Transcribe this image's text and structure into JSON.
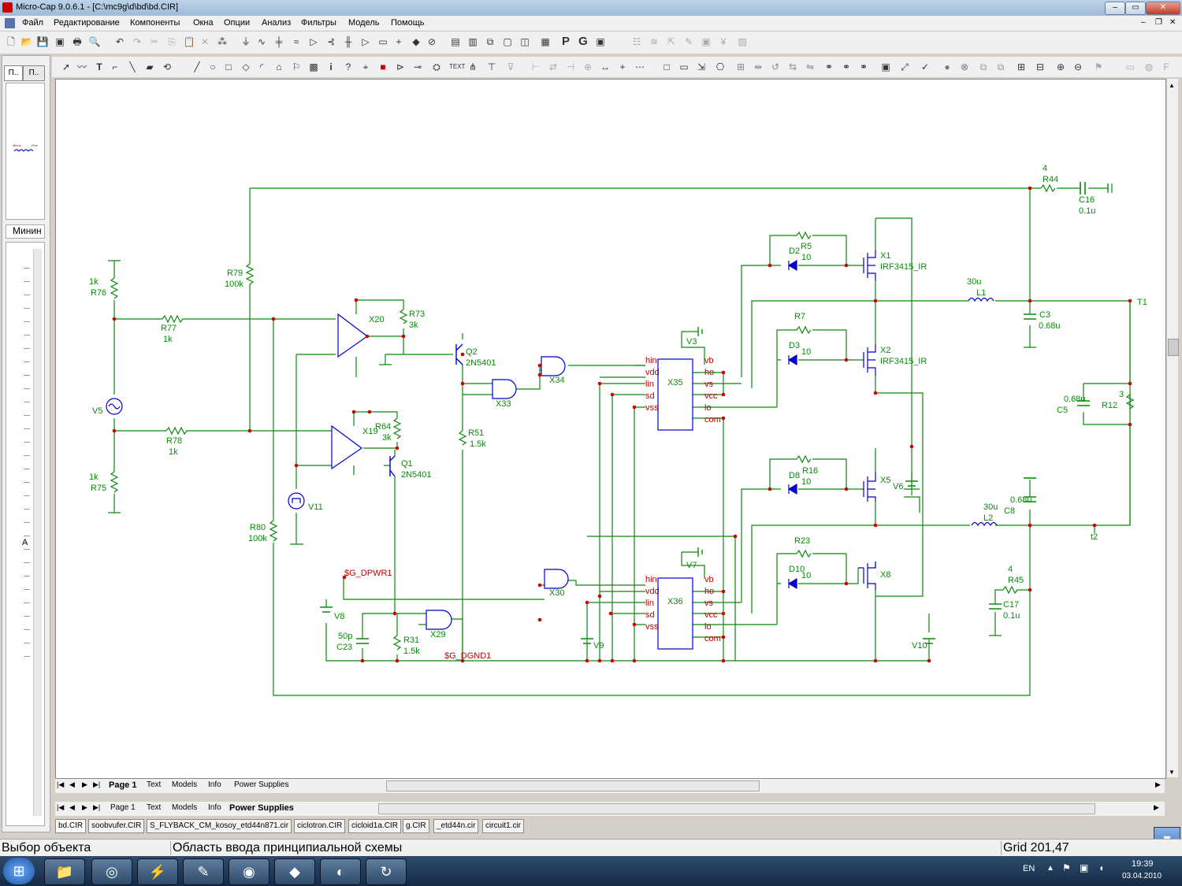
{
  "window": {
    "title": "Micro-Cap 9.0.6.1 - [C:\\mc9g\\d\\bd\\bd.CIR]"
  },
  "menu": [
    "Файл",
    "Редактирование",
    "Компоненты",
    "Окна",
    "Опции",
    "Анализ",
    "Фильтры",
    "Модель",
    "Помощь"
  ],
  "left_panel": {
    "tab1": "П..",
    "tab2": "П..",
    "heading": "Минин",
    "tree_label": "A"
  },
  "schematic": {
    "components": {
      "R76": "R76",
      "R76v": "1k",
      "R77": "R77",
      "R77v": "1k",
      "R78": "R78",
      "R78v": "1k",
      "R75": "R75",
      "R75v": "1k",
      "V5": "V5",
      "R79": "R79",
      "R79v": "100k",
      "R80": "R80",
      "R80v": "100k",
      "V11": "V11",
      "X20": "X20",
      "X19": "X19",
      "R73": "R73",
      "R73v": "3k",
      "R64": "R64",
      "R64v": "3k",
      "Q2": "Q2",
      "Q2v": "2N5401",
      "Q1": "Q1",
      "Q1v": "2N5401",
      "R51": "R51",
      "R51v": "1.5k",
      "X34": "X34",
      "X33": "X33",
      "X30": "X30",
      "X29": "X29",
      "X35": "X35",
      "X36": "X36",
      "V3": "V3",
      "V7": "V7",
      "V8": "V8",
      "V9": "V9",
      "V10": "V10",
      "V6": "V6",
      "C23": "C23",
      "C23v": "50p",
      "R31": "R31",
      "R31v": "1.5k",
      "G_DPWR1": "$G_DPWR1",
      "G_DGND1": "$G_DGND1",
      "R5": "R5",
      "R5v": "10",
      "D2": "D2",
      "R7": "R7",
      "D3": "D3",
      "D3v": "10",
      "R16": "R16",
      "R16v": "10",
      "D8": "D8",
      "R23": "R23",
      "D10": "D10",
      "D10v": "10",
      "X1": "X1",
      "X1v": "IRF3415_IR",
      "X2": "X2",
      "X2v": "IRF3415_IR",
      "X5": "X5",
      "X8": "X8",
      "R44": "R44",
      "R44v": "4",
      "C16": "C16",
      "C16v": "0.1u",
      "L1": "L1",
      "L1v": "30u",
      "C3": "C3",
      "C3v": "0.68u",
      "T1": "T1",
      "C5": "C5",
      "C5v": "0.68u",
      "R12": "R12",
      "R12v": "3",
      "L2": "L2",
      "L2v": "30u",
      "C8": "C8",
      "C8v": "0.68u",
      "t2": "t2",
      "R45": "R45",
      "R45v": "4",
      "C17": "C17",
      "C17v": "0.1u"
    },
    "ic_pins_left": [
      "hin",
      "vdd",
      "lin",
      "sd",
      "vss"
    ],
    "ic_pins_right": [
      "vb",
      "ho",
      "vs",
      "vcc",
      "lo",
      "com"
    ]
  },
  "page_tabs1": [
    "Page 1",
    "Text",
    "Models",
    "Info",
    "Power Supplies"
  ],
  "page_tabs2": [
    "Page 1",
    "Text",
    "Models",
    "Info",
    "Power Supplies"
  ],
  "file_tabs": [
    "bd.CIR",
    "soobvufer.CIR",
    "S_FLYBACK_CM_kosoy_etd44n871.cir",
    "ciclotron.CIR",
    "cicloid1a.CIR",
    "g.CIR",
    "_etd44n.cir",
    "circuit1.cir"
  ],
  "status": {
    "left": "Выбор объекта",
    "middle": "Область ввода принципиальной схемы",
    "right": "Grid 201,47"
  },
  "taskbar": {
    "lang": "EN",
    "time": "19:39",
    "date": "03.04.2010"
  },
  "colors": {
    "wire": "#0a8a0a",
    "label": "#0a8a0a",
    "node": "#d00000",
    "pin": "#c00000",
    "device": "#0000cc"
  }
}
